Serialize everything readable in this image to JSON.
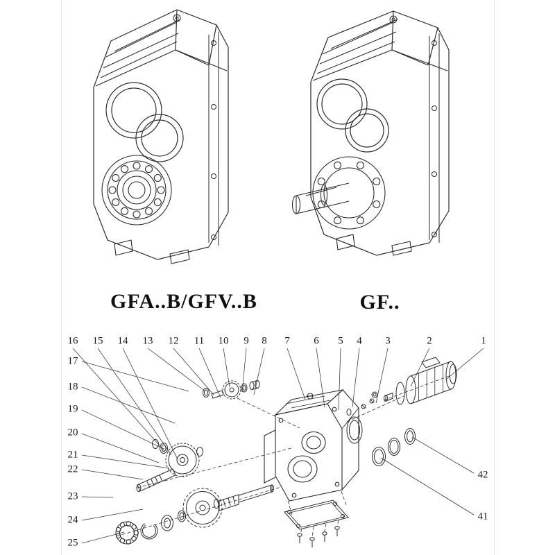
{
  "colors": {
    "line": "#2a2a2a",
    "leader": "#333333",
    "background": "#ffffff"
  },
  "models": {
    "left_label": "GFA..B/GFV..B",
    "right_label": "GF.."
  },
  "exploded": {
    "top_callouts": [
      "16",
      "15",
      "14",
      "13",
      "12",
      "11",
      "10",
      "9",
      "8",
      "7",
      "6",
      "5",
      "4",
      "3",
      "2",
      "1"
    ],
    "left_callouts": [
      "17",
      "18",
      "19",
      "20",
      "21",
      "22",
      "23",
      "24",
      "25"
    ],
    "right_callouts": [
      "42",
      "41"
    ]
  }
}
